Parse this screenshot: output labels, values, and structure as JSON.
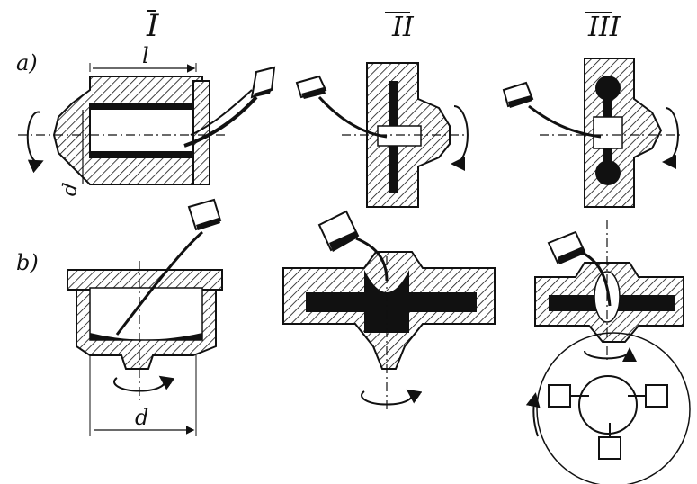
{
  "columns": [
    "I",
    "II",
    "III"
  ],
  "rows": [
    "a)",
    "b)"
  ],
  "dims": {
    "length": "l",
    "diameter_a": "d",
    "diameter_b": "d"
  },
  "colors": {
    "ink": "#111111",
    "paper": "#ffffff"
  }
}
